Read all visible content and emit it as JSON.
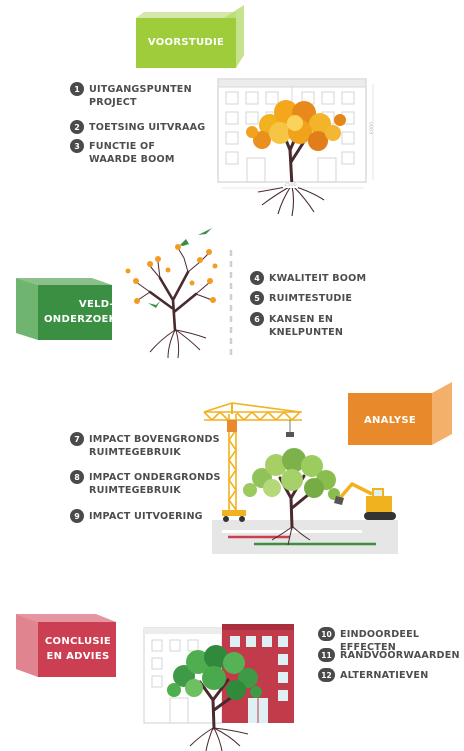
{
  "sections": [
    {
      "title_lines": [
        "VOORSTUDIE"
      ],
      "color": "#9fcc3b",
      "steps": [
        {
          "number": "1",
          "lines": [
            "UITGANGSPUNTEN",
            "PROJECT"
          ]
        },
        {
          "number": "2",
          "lines": [
            "TOETSING UITVRAAG"
          ]
        },
        {
          "number": "3",
          "lines": [
            "FUNCTIE OF",
            "WAARDE BOOM"
          ]
        }
      ],
      "dimension_width": "2500",
      "dimension_height": "6000"
    },
    {
      "title_lines": [
        "VELD-",
        "ONDERZOEK"
      ],
      "color": "#3a8f43",
      "steps": [
        {
          "number": "4",
          "lines": [
            "KWALITEIT BOOM"
          ]
        },
        {
          "number": "5",
          "lines": [
            "RUIMTESTUDIE"
          ]
        },
        {
          "number": "6",
          "lines": [
            "KANSEN EN",
            "KNELPUNTEN"
          ]
        }
      ]
    },
    {
      "title_lines": [
        "ANALYSE"
      ],
      "color": "#e8892b",
      "steps": [
        {
          "number": "7",
          "lines": [
            "IMPACT BOVENGRONDS",
            "RUIMTEGEBRUIK"
          ]
        },
        {
          "number": "8",
          "lines": [
            "IMPACT ONDERGRONDS",
            "RUIMTEGEBRUIK"
          ]
        },
        {
          "number": "9",
          "lines": [
            "IMPACT UITVOERING"
          ]
        }
      ]
    },
    {
      "title_lines": [
        "CONCLUSIE",
        "EN ADVIES"
      ],
      "color": "#cc3e52",
      "steps": [
        {
          "number": "10",
          "lines": [
            "EINDOORDEEL EFFECTEN"
          ]
        },
        {
          "number": "11",
          "lines": [
            "RANDVOORWAARDEN"
          ]
        },
        {
          "number": "12",
          "lines": [
            "ALTERNATIEVEN"
          ]
        }
      ]
    }
  ]
}
